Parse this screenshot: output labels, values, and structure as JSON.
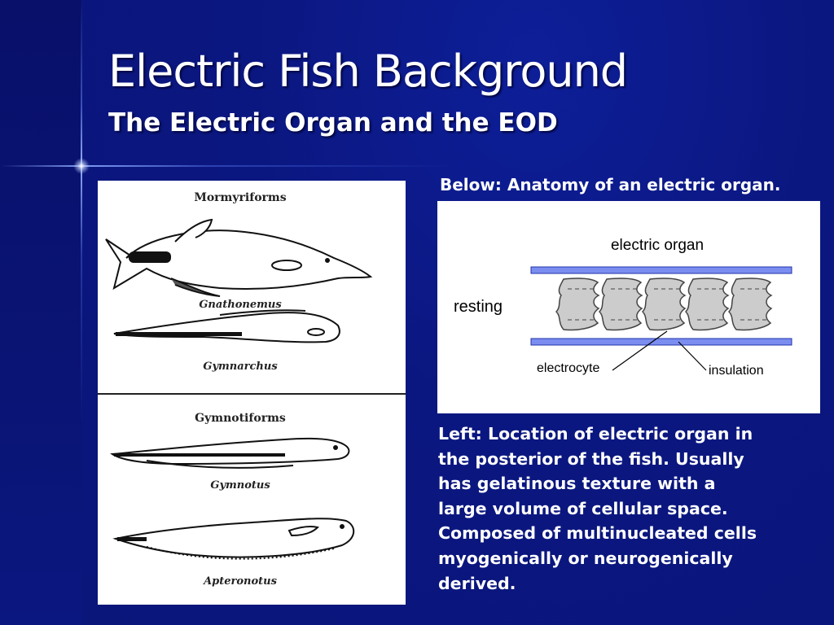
{
  "slide": {
    "title": "Electric Fish Background",
    "subtitle": "The Electric Organ and the EOD",
    "colors": {
      "background": "#0b1780",
      "text": "#ffffff",
      "insulation": "#7b8ef0",
      "electrocyte": "#cccccc"
    }
  },
  "fish_figure": {
    "group1_heading": "Mormyriforms",
    "species1": "Gnathonemus",
    "species2": "Gymnarchus",
    "group2_heading": "Gymnotiforms",
    "species3": "Gymnotus",
    "species4": "Apteronotus"
  },
  "organ_figure": {
    "caption": "Below: Anatomy of an electric organ.",
    "title": "electric organ",
    "state_label": "resting",
    "electrocyte_label": "electrocyte",
    "insulation_label": "insulation"
  },
  "description": {
    "lines": [
      "Left: Location of electric organ in",
      "the posterior of the fish. Usually",
      "has gelatinous texture with a",
      "large volume of cellular space.",
      "Composed of multinucleated cells",
      "myogenically or neurogenically",
      "derived."
    ]
  }
}
